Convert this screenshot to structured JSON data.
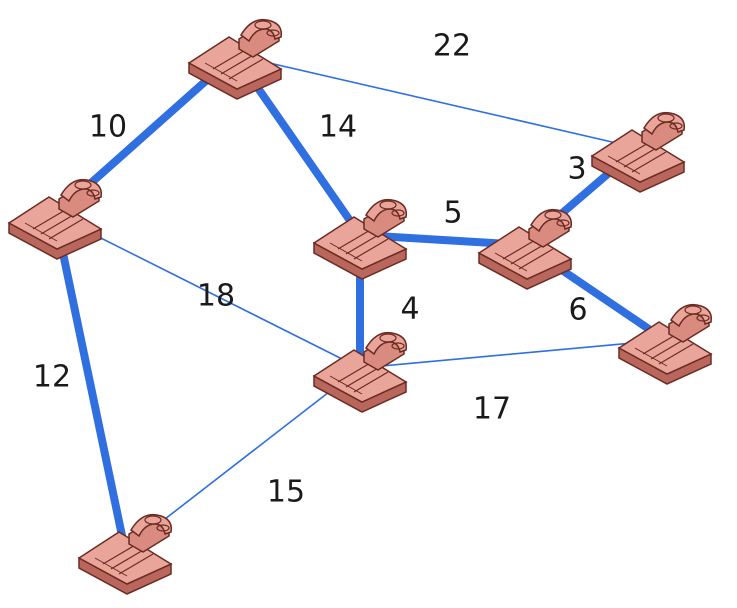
{
  "graph": {
    "colors": {
      "edge": "#2f6fe0",
      "phone_body": "#e9a59a",
      "phone_dark": "#b9675c",
      "phone_outline": "#6b2b22",
      "label": "#1a1a1a"
    },
    "nodes": [
      {
        "id": "A",
        "icon": "telephone-icon"
      },
      {
        "id": "B",
        "icon": "telephone-icon"
      },
      {
        "id": "C",
        "icon": "telephone-icon"
      },
      {
        "id": "D",
        "icon": "telephone-icon"
      },
      {
        "id": "E",
        "icon": "telephone-icon"
      },
      {
        "id": "F",
        "icon": "telephone-icon"
      },
      {
        "id": "G",
        "icon": "telephone-icon"
      },
      {
        "id": "H",
        "icon": "telephone-icon"
      }
    ],
    "edges": [
      {
        "from": "A",
        "to": "B",
        "weight": "10",
        "in_tree": true
      },
      {
        "from": "A",
        "to": "E",
        "weight": "18",
        "in_tree": false
      },
      {
        "from": "A",
        "to": "H",
        "weight": "12",
        "in_tree": true
      },
      {
        "from": "B",
        "to": "C",
        "weight": "22",
        "in_tree": false
      },
      {
        "from": "B",
        "to": "D",
        "weight": "14",
        "in_tree": true
      },
      {
        "from": "D",
        "to": "F",
        "weight": "5",
        "in_tree": true
      },
      {
        "from": "D",
        "to": "E",
        "weight": "4",
        "in_tree": true
      },
      {
        "from": "C",
        "to": "F",
        "weight": "3",
        "in_tree": true
      },
      {
        "from": "F",
        "to": "G",
        "weight": "6",
        "in_tree": true
      },
      {
        "from": "E",
        "to": "G",
        "weight": "17",
        "in_tree": false
      },
      {
        "from": "E",
        "to": "H",
        "weight": "15",
        "in_tree": false
      }
    ]
  }
}
